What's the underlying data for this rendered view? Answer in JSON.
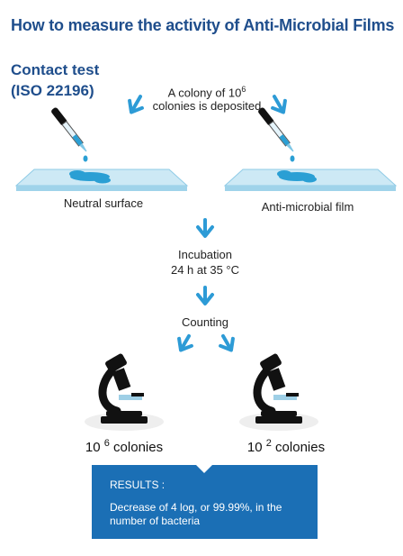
{
  "title": "How to measure the activity of Anti-Microbial Films",
  "subtitle_line1": "Contact test",
  "subtitle_line2": "(ISO 22196)",
  "deposit": {
    "line1_prefix": "A colony of 10",
    "line1_sup": "6",
    "line2": "colonies is deposited"
  },
  "left_label": "Neutral surface",
  "right_label": "Anti-microbial film",
  "incubation": {
    "line1": "Incubation",
    "line2": "24 h at 35 °C"
  },
  "counting": "Counting",
  "left_result": {
    "base": "10",
    "exp": "6",
    "suffix": " colonies"
  },
  "right_result": {
    "base": "10",
    "exp": "2",
    "suffix": " colonies"
  },
  "results": {
    "heading": "RESULTS :",
    "body": "Decrease of 4 log, or 99.99%, in the number of bacteria"
  },
  "colors": {
    "title": "#1f4e8c",
    "arrow": "#2d9bd6",
    "panel": "#1b6fb5",
    "glass": "#a9dcf0",
    "liquid": "#2a9fd4"
  }
}
